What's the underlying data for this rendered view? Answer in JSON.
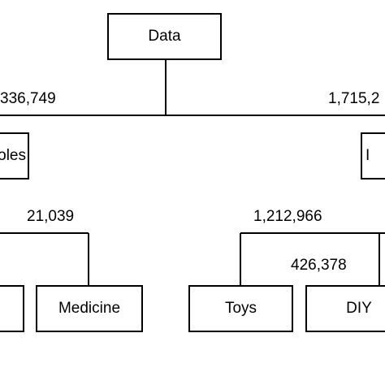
{
  "nodes": {
    "root": {
      "label": "Data"
    },
    "left_category": {
      "label": "oles"
    },
    "right_category": {
      "label": "I"
    },
    "left_child_partial": {
      "label": ""
    },
    "medicine": {
      "label": "Medicine"
    },
    "toys": {
      "label": "Toys"
    },
    "diy": {
      "label": "DIY"
    },
    "right_edge_child": {
      "label": ""
    }
  },
  "edges": {
    "root_left_value": "336,749",
    "root_right_value": "1,715,2",
    "left_branch_value": "21,039",
    "toys_value": "1,212,966",
    "diy_value": "426,378"
  },
  "colors": {
    "stroke": "#000000",
    "background": "#ffffff"
  }
}
